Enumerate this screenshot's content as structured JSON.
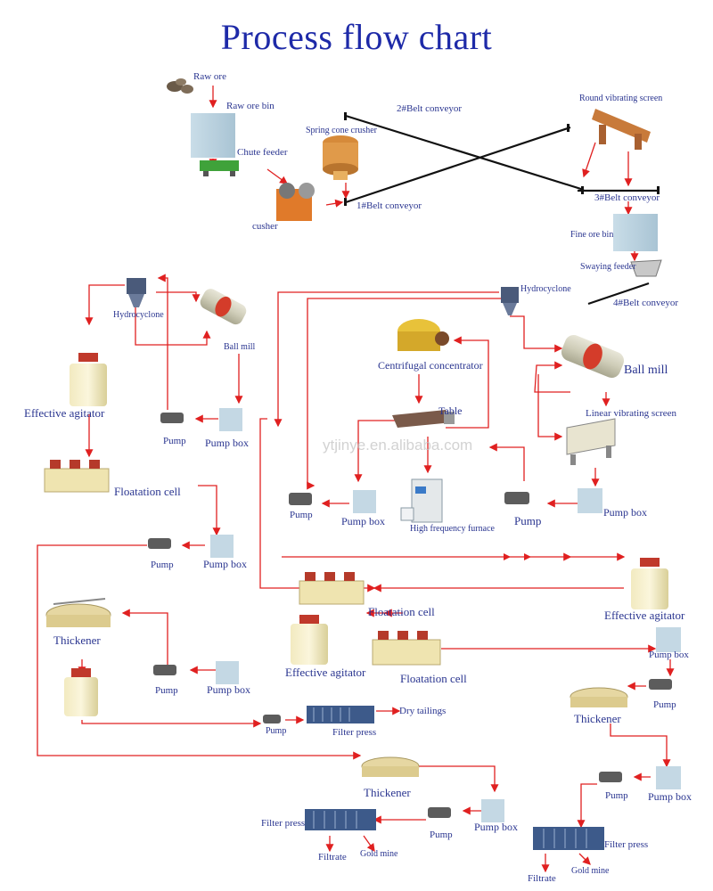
{
  "title": "Process flow chart",
  "watermark": "ytjinye.en.alibaba.com",
  "colors": {
    "title": "#1e2aa8",
    "label": "#2a3590",
    "arrow": "#e02020",
    "belt": "#111111"
  },
  "labels": {
    "raw_ore": "Raw ore",
    "raw_ore_bin": "Raw ore bin",
    "chute_feeder": "Chute feeder",
    "cusher": "cusher",
    "spring_cone_crusher": "Spring cone crusher",
    "belt2": "2#Belt conveyor",
    "belt1": "1#Belt conveyor",
    "round_vibrating_screen": "Round vibrating screen",
    "belt3": "3#Belt conveyor",
    "fine_ore_bin": "Fine ore bin",
    "swaying_feeder": "Swaying feeder",
    "belt4": "4#Belt conveyor",
    "hydrocyclone_left": "Hydrocyclone",
    "ball_mill_left": "Ball mill",
    "effective_agitator_left": "Effective agitator",
    "pump_a": "Pump",
    "pump_box_a": "Pump box",
    "floatation_cell_left": "Floatation cell",
    "pump_b": "Pump",
    "pump_box_b": "Pump box",
    "thickener_left": "Thickener",
    "pump_c": "Pump",
    "pump_box_c": "Pump box",
    "pump_d": "Pump",
    "filter_press_mid": "Filter press",
    "dry_tailings": "Dry tailings",
    "hydrocyclone_center": "Hydrocyclone",
    "centrifugal_concentrator": "Centrifugal concentrator",
    "ball_mill_right": "Ball mill",
    "table": "Table",
    "linear_vibrating_screen": "Linear vibrating screen",
    "pump_e": "Pump",
    "pump_box_e": "Pump box",
    "high_frequency_furnace": "High frequency furnace",
    "pump_f": "Pump",
    "pump_box_f": "Pump box",
    "effective_agitator_right": "Effective agitator",
    "floatation_cell_center": "Floatation cell",
    "effective_agitator_center": "Effective agitator",
    "floatation_cell_center2": "Floatation cell",
    "pump_box_g": "Pump box",
    "pump_g": "Pump",
    "thickener_right": "Thickener",
    "thickener_bottom": "Thickener",
    "pump_box_h": "Pump box",
    "pump_h": "Pump",
    "pump_i": "Pump",
    "pump_box_i": "Pump box",
    "filter_press_bottom": "Filter press",
    "filtrate_left": "Filtrate",
    "gold_mine_left": "Gold mine",
    "filter_press_right": "Filter press",
    "gold_mine_right": "Gold mine",
    "filtrate_right": "Filtrate"
  },
  "equipment_icons": [
    "raw-ore-icon",
    "raw-ore-bin-icon",
    "chute-feeder-icon",
    "jaw-crusher-icon",
    "cone-crusher-icon",
    "round-vibrating-screen-icon",
    "fine-ore-bin-icon",
    "swaying-feeder-icon",
    "hydrocyclone-icon",
    "ball-mill-icon",
    "agitator-icon",
    "pump-icon",
    "pump-box-icon",
    "flotation-cell-icon",
    "thickener-icon",
    "filter-press-icon",
    "centrifugal-concentrator-icon",
    "shaking-table-icon",
    "linear-vibrating-screen-icon",
    "high-frequency-furnace-icon"
  ]
}
